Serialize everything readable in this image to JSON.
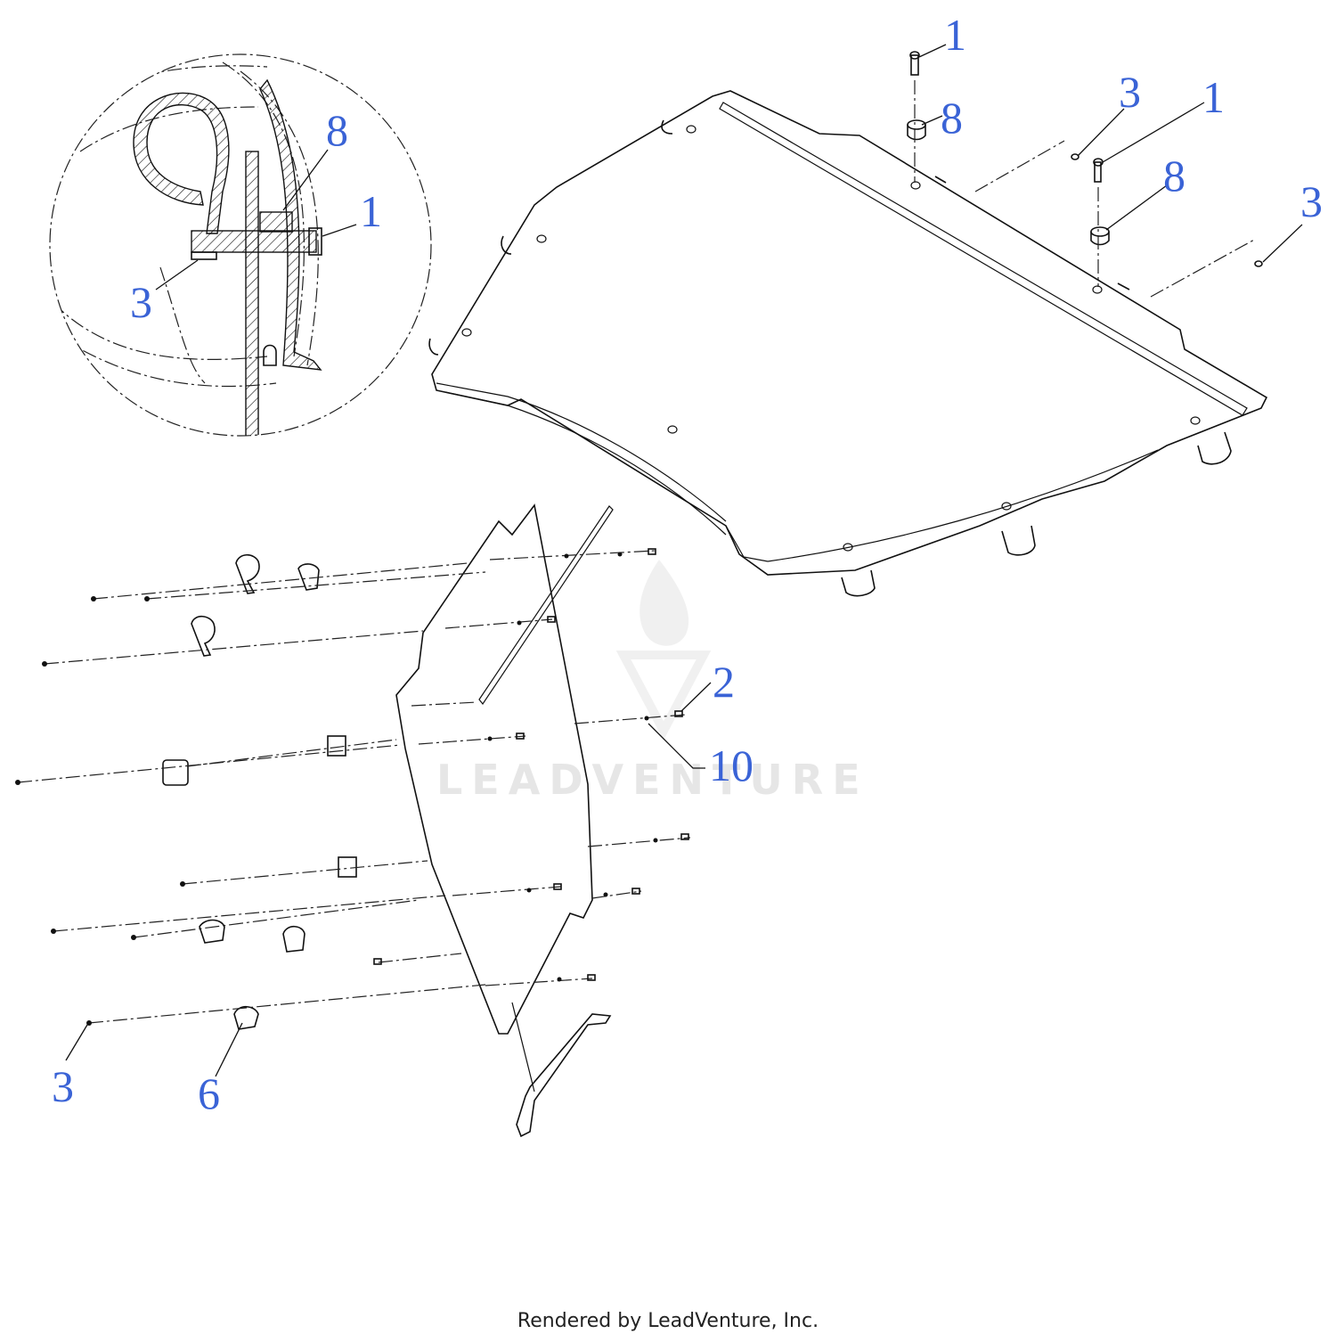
{
  "diagram": {
    "callouts": [
      {
        "id": "c1a",
        "text": "1"
      },
      {
        "id": "c8a",
        "text": "8"
      },
      {
        "id": "c3a",
        "text": "3"
      },
      {
        "id": "c1b",
        "text": "1"
      },
      {
        "id": "c8b",
        "text": "8"
      },
      {
        "id": "c3b",
        "text": "3"
      },
      {
        "id": "c8d",
        "text": "8"
      },
      {
        "id": "c1d",
        "text": "1"
      },
      {
        "id": "c3d",
        "text": "3"
      },
      {
        "id": "c2",
        "text": "2"
      },
      {
        "id": "c10",
        "text": "10"
      },
      {
        "id": "c3c",
        "text": "3"
      },
      {
        "id": "c6",
        "text": "6"
      }
    ],
    "callout_color": "#3a63d6"
  },
  "watermark": "LEADVENTURE",
  "footer": "Rendered by LeadVenture, Inc."
}
